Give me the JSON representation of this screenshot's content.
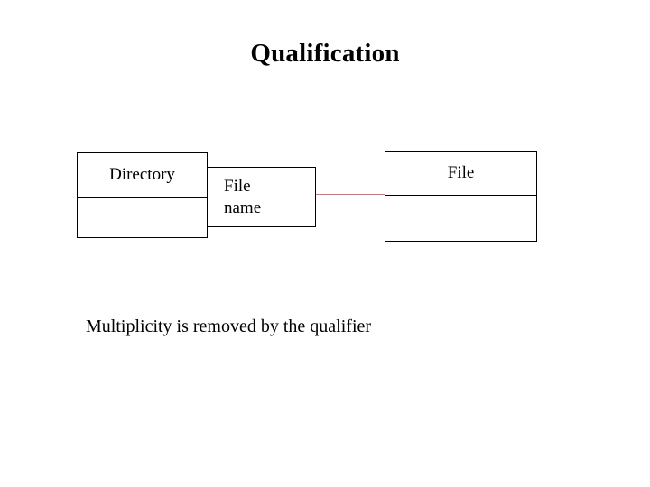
{
  "slide": {
    "title": "Qualification",
    "background_color": "#ffffff",
    "text_color": "#000000"
  },
  "diagram": {
    "type": "uml-qualified-association",
    "source_class": {
      "name": "Directory",
      "compartments": [
        "Directory",
        ""
      ]
    },
    "qualifier": {
      "label": "File\nname"
    },
    "target_class": {
      "name": "File",
      "compartments": [
        "File",
        ""
      ]
    },
    "connector": {
      "label": "",
      "color": "#bd7d7d"
    }
  },
  "caption": {
    "text": "Multiplicity is removed by the qualifier"
  }
}
